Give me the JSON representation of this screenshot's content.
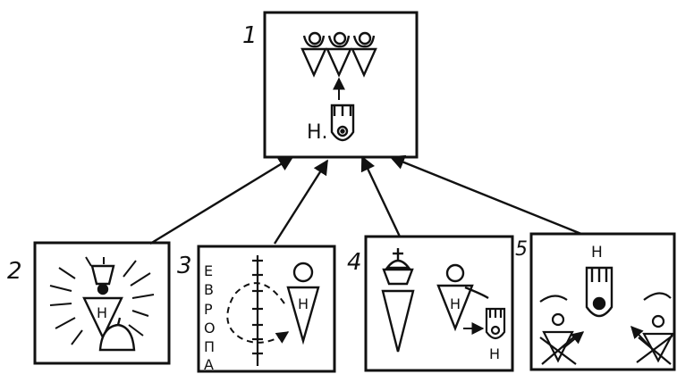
{
  "panels": [
    {
      "number": "1"
    },
    {
      "number": "2"
    },
    {
      "number": "3"
    },
    {
      "number": "4"
    },
    {
      "number": "5"
    }
  ],
  "glyphs": {
    "h_label": "Н",
    "h_label_dot": "Н.",
    "europe_letters": [
      "Е",
      "В",
      "Р",
      "О",
      "П",
      "А"
    ]
  },
  "colors": {
    "ink": "#111111",
    "background": "#ffffff"
  }
}
